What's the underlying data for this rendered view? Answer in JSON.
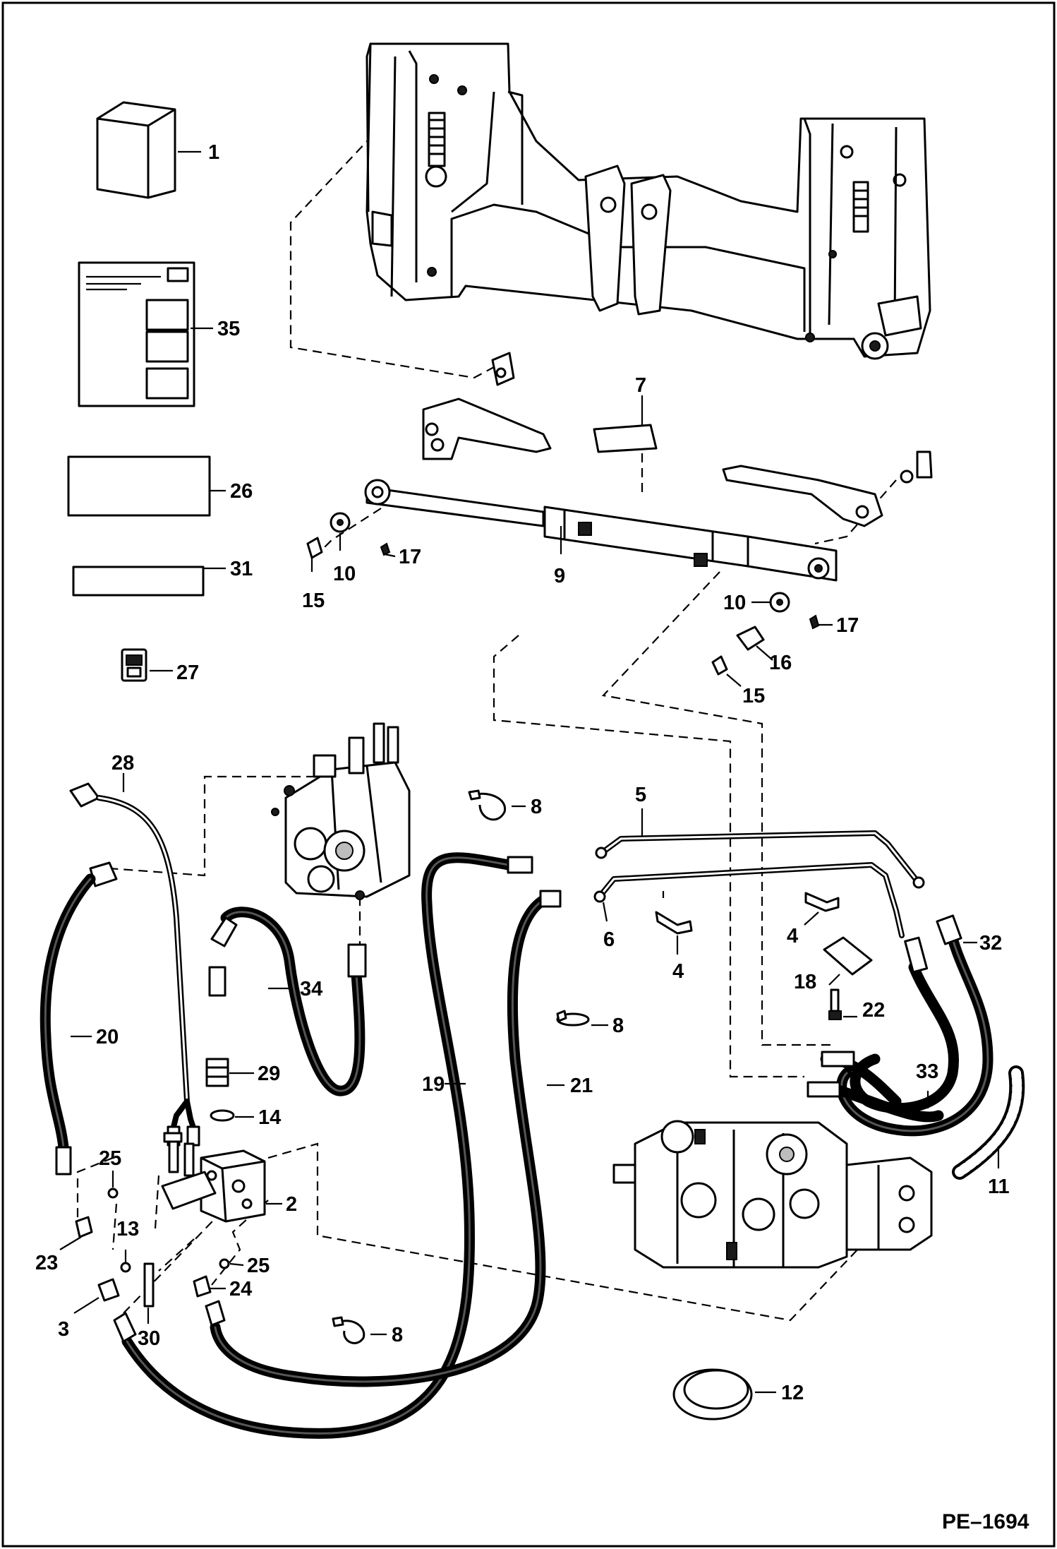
{
  "diagram": {
    "drawing_code": "PE–1694",
    "callouts": [
      {
        "id": "1",
        "text": "1"
      },
      {
        "id": "35",
        "text": "35"
      },
      {
        "id": "26",
        "text": "26"
      },
      {
        "id": "31",
        "text": "31"
      },
      {
        "id": "27",
        "text": "27"
      },
      {
        "id": "7",
        "text": "7"
      },
      {
        "id": "9",
        "text": "9"
      },
      {
        "id": "10a",
        "text": "10"
      },
      {
        "id": "10b",
        "text": "10"
      },
      {
        "id": "15a",
        "text": "15"
      },
      {
        "id": "15b",
        "text": "15"
      },
      {
        "id": "16",
        "text": "16"
      },
      {
        "id": "17a",
        "text": "17"
      },
      {
        "id": "17b",
        "text": "17"
      },
      {
        "id": "28",
        "text": "28"
      },
      {
        "id": "8a",
        "text": "8"
      },
      {
        "id": "8b",
        "text": "8"
      },
      {
        "id": "8c",
        "text": "8"
      },
      {
        "id": "5",
        "text": "5"
      },
      {
        "id": "6",
        "text": "6"
      },
      {
        "id": "4a",
        "text": "4"
      },
      {
        "id": "4b",
        "text": "4"
      },
      {
        "id": "32",
        "text": "32"
      },
      {
        "id": "18",
        "text": "18"
      },
      {
        "id": "22",
        "text": "22"
      },
      {
        "id": "34",
        "text": "34"
      },
      {
        "id": "20",
        "text": "20"
      },
      {
        "id": "29",
        "text": "29"
      },
      {
        "id": "14",
        "text": "14"
      },
      {
        "id": "19",
        "text": "19"
      },
      {
        "id": "21",
        "text": "21"
      },
      {
        "id": "33",
        "text": "33"
      },
      {
        "id": "11",
        "text": "11"
      },
      {
        "id": "25a",
        "text": "25"
      },
      {
        "id": "25b",
        "text": "25"
      },
      {
        "id": "2",
        "text": "2"
      },
      {
        "id": "23",
        "text": "23"
      },
      {
        "id": "13",
        "text": "13"
      },
      {
        "id": "24",
        "text": "24"
      },
      {
        "id": "3",
        "text": "3"
      },
      {
        "id": "30",
        "text": "30"
      },
      {
        "id": "12",
        "text": "12"
      }
    ]
  }
}
